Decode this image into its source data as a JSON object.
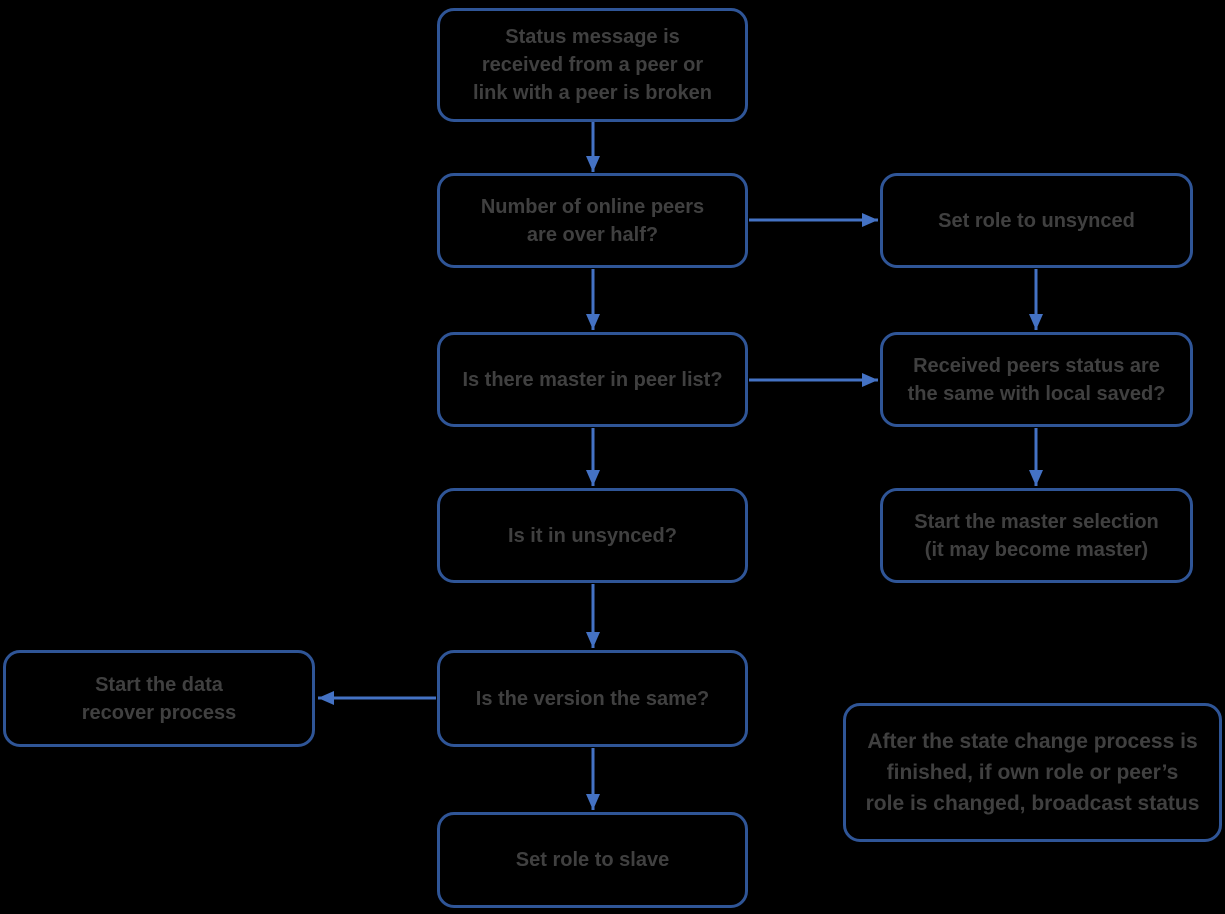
{
  "diagram": {
    "title": "Peer status / role-change flowchart",
    "colors": {
      "background": "#000000",
      "box_border": "#2F5597",
      "arrow": "#4472C4",
      "text": "#404040"
    },
    "nodes": {
      "status_received": {
        "label": "Status message is\nreceived from a peer or\nlink with a peer is broken"
      },
      "peers_over_half": {
        "label": "Number of online peers\nare over half?"
      },
      "set_role_unsynced": {
        "label": "Set role to unsynced"
      },
      "master_in_peer_list": {
        "label": "Is there master in peer list?"
      },
      "received_status_same": {
        "label": "Received peers status are\nthe same with local saved?"
      },
      "is_it_unsynced": {
        "label": "Is it in unsynced?"
      },
      "start_master_selection": {
        "label": "Start the master selection\n(it may become master)"
      },
      "start_data_recover": {
        "label": "Start the data\nrecover process"
      },
      "is_version_same": {
        "label": "Is the version the same?"
      },
      "set_role_slave": {
        "label": "Set role to slave"
      },
      "note_broadcast": {
        "label": "After the state change process is\nfinished, if own role or peer’s\nrole is changed, broadcast status"
      }
    },
    "edges": [
      {
        "from": "status_received",
        "to": "peers_over_half"
      },
      {
        "from": "peers_over_half",
        "to": "set_role_unsynced"
      },
      {
        "from": "set_role_unsynced",
        "to": "received_status_same"
      },
      {
        "from": "peers_over_half",
        "to": "master_in_peer_list"
      },
      {
        "from": "master_in_peer_list",
        "to": "received_status_same"
      },
      {
        "from": "received_status_same",
        "to": "start_master_selection"
      },
      {
        "from": "master_in_peer_list",
        "to": "is_it_unsynced"
      },
      {
        "from": "is_it_unsynced",
        "to": "is_version_same"
      },
      {
        "from": "is_version_same",
        "to": "start_data_recover"
      },
      {
        "from": "is_version_same",
        "to": "set_role_slave"
      }
    ]
  }
}
